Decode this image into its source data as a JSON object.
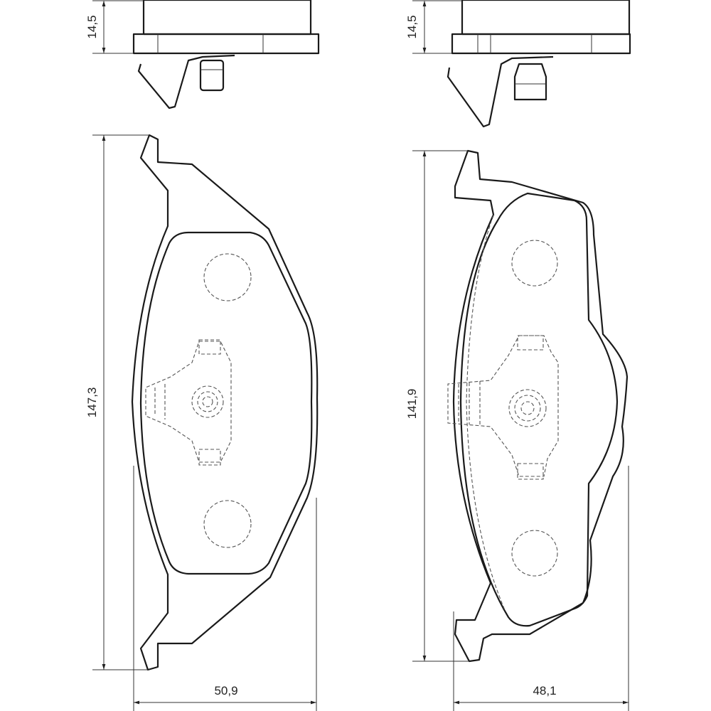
{
  "left_pad": {
    "thickness_label": "14,5",
    "height_label": "147,3",
    "width_label": "50,9"
  },
  "right_pad": {
    "thickness_label": "14,5",
    "height_label": "141,9",
    "width_label": "48,1"
  }
}
